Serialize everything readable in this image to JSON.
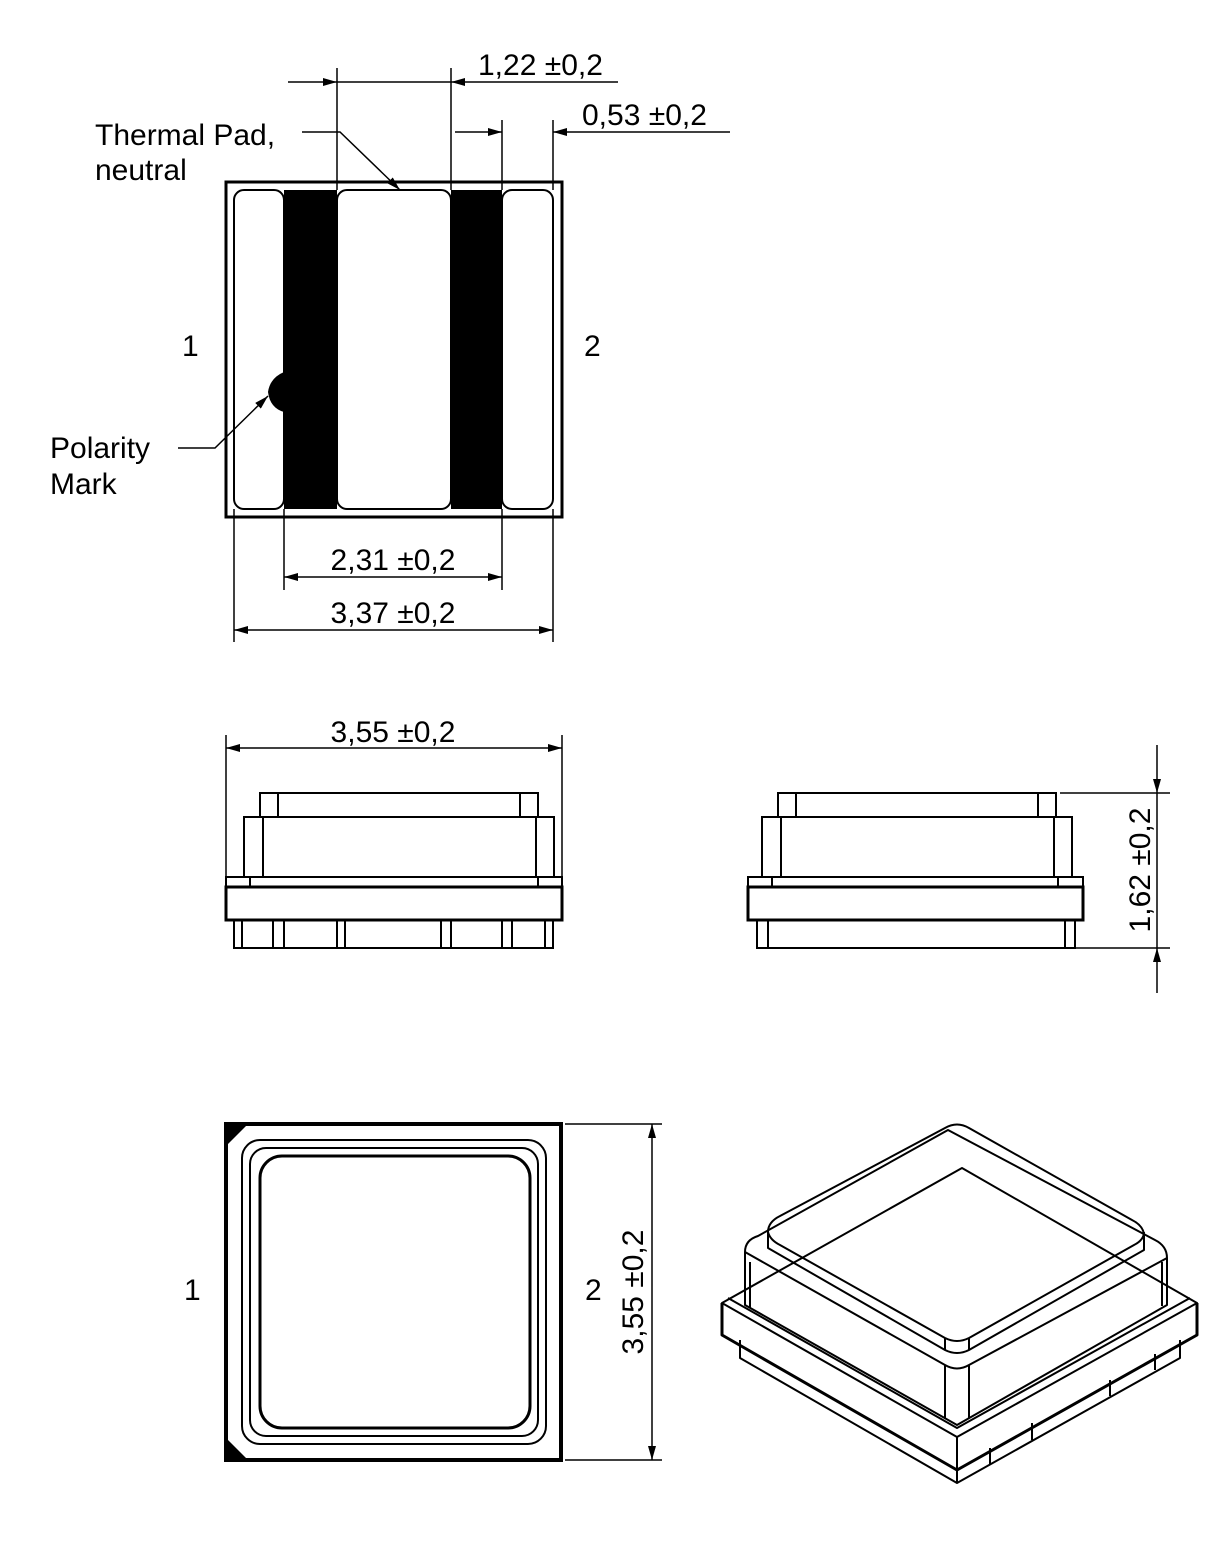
{
  "title": "LED package dimension drawing",
  "top_view": {
    "labels": {
      "thermal_pad_line1": "Thermal Pad,",
      "thermal_pad_line2": "neutral",
      "polarity_line1": "Polarity",
      "polarity_line2": "Mark",
      "pin1": "1",
      "pin2": "2"
    },
    "dimensions": {
      "thermal_pad_width": "1,22 ±0,2",
      "pad_width": "0,53 ±0,2",
      "inner_span": "2,31 ±0,2",
      "outer_span": "3,37 ±0,2"
    }
  },
  "side_view": {
    "dimensions": {
      "width": "3,55 ±0,2",
      "height": "1,62 ±0,2"
    }
  },
  "bottom_view": {
    "labels": {
      "pin1": "1",
      "pin2": "2"
    },
    "dimensions": {
      "height": "3,55 ±0,2"
    }
  }
}
